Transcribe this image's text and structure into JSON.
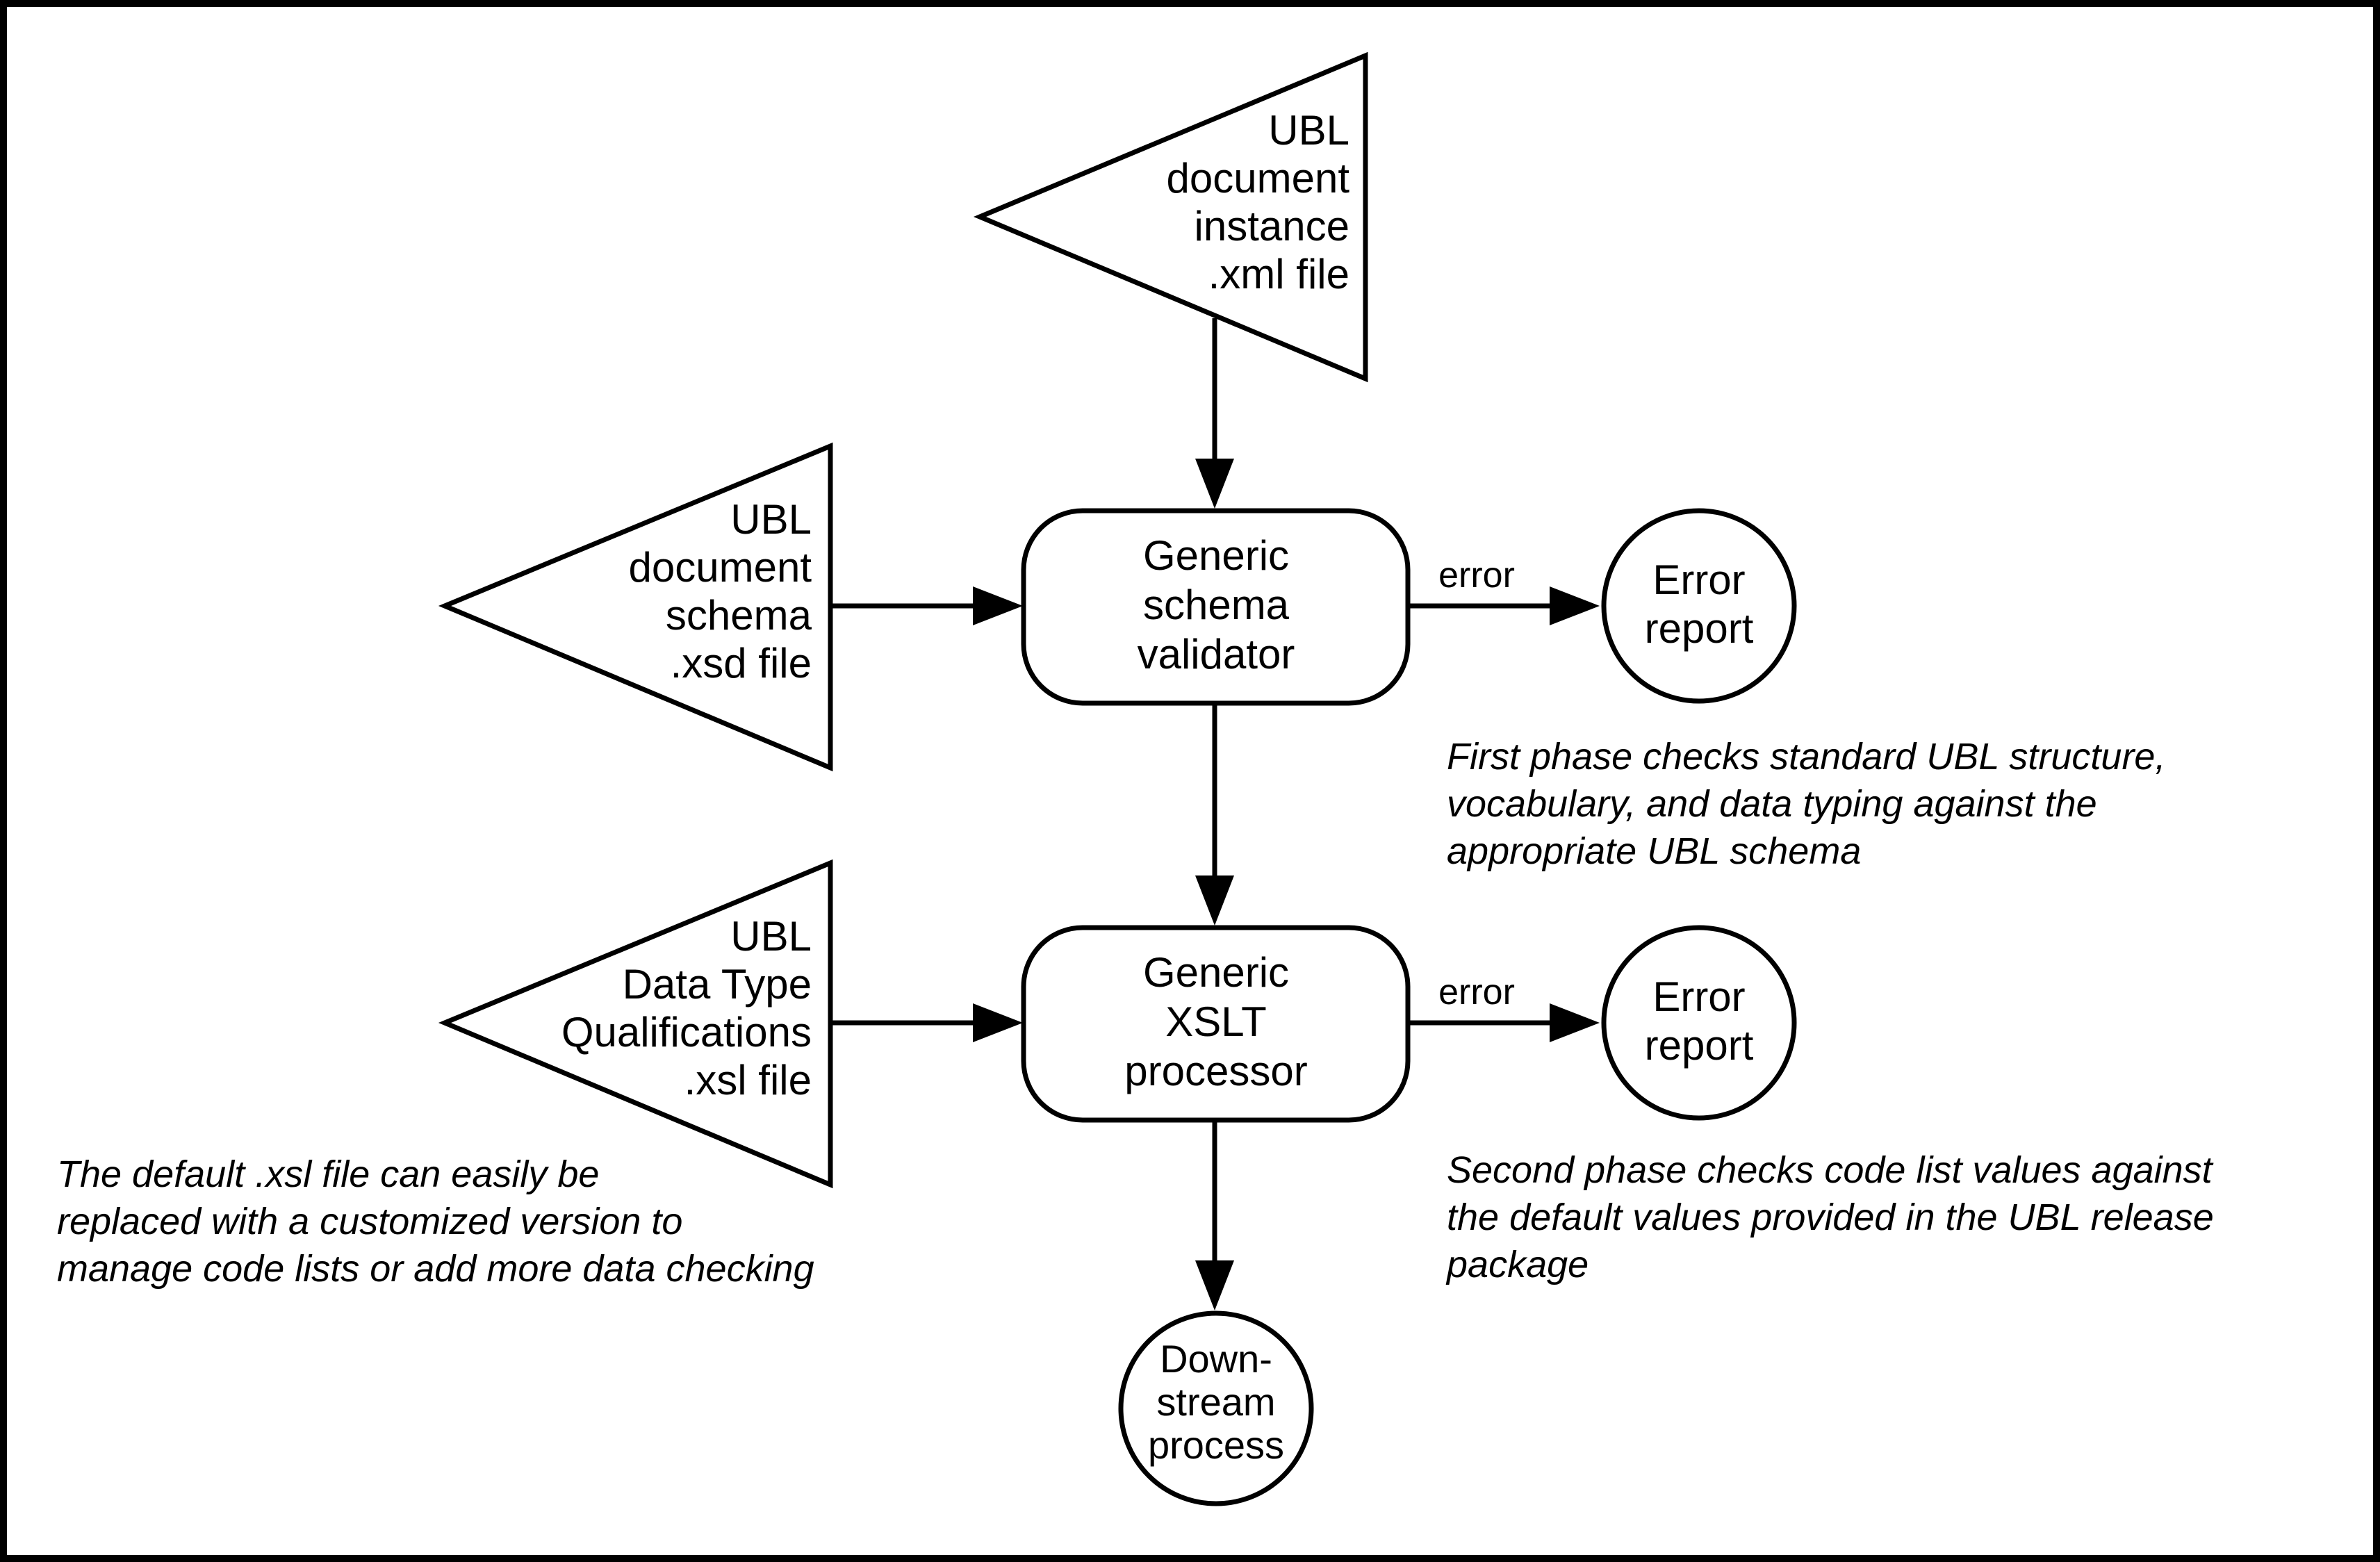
{
  "inputs": {
    "instance": {
      "lines": [
        "UBL",
        "document",
        "instance",
        ".xml file"
      ]
    },
    "schema": {
      "lines": [
        "UBL",
        "document",
        "schema",
        ".xsd file"
      ]
    },
    "qualifications": {
      "lines": [
        "UBL",
        "Data Type",
        "Qualifications",
        ".xsl file"
      ]
    }
  },
  "processes": {
    "validator": {
      "lines": [
        "Generic",
        "schema",
        "validator"
      ]
    },
    "xslt": {
      "lines": [
        "Generic",
        "XSLT",
        "processor"
      ]
    }
  },
  "outputs": {
    "error1": {
      "lines": [
        "Error",
        "report"
      ]
    },
    "error2": {
      "lines": [
        "Error",
        "report"
      ]
    },
    "downstream": {
      "lines": [
        "Down-",
        "stream",
        "process"
      ]
    }
  },
  "edge_labels": {
    "error1": "error",
    "error2": "error"
  },
  "notes": {
    "first_phase": [
      "First phase checks standard UBL structure,",
      "vocabulary, and data typing against the",
      "appropriate UBL schema"
    ],
    "second_phase": [
      "Second phase checks code list values against",
      "the default values provided in the UBL release",
      "package"
    ],
    "default_xsl": [
      "The default .xsl file can easily be",
      "replaced with a customized version to",
      "manage code lists or add more data checking"
    ]
  }
}
